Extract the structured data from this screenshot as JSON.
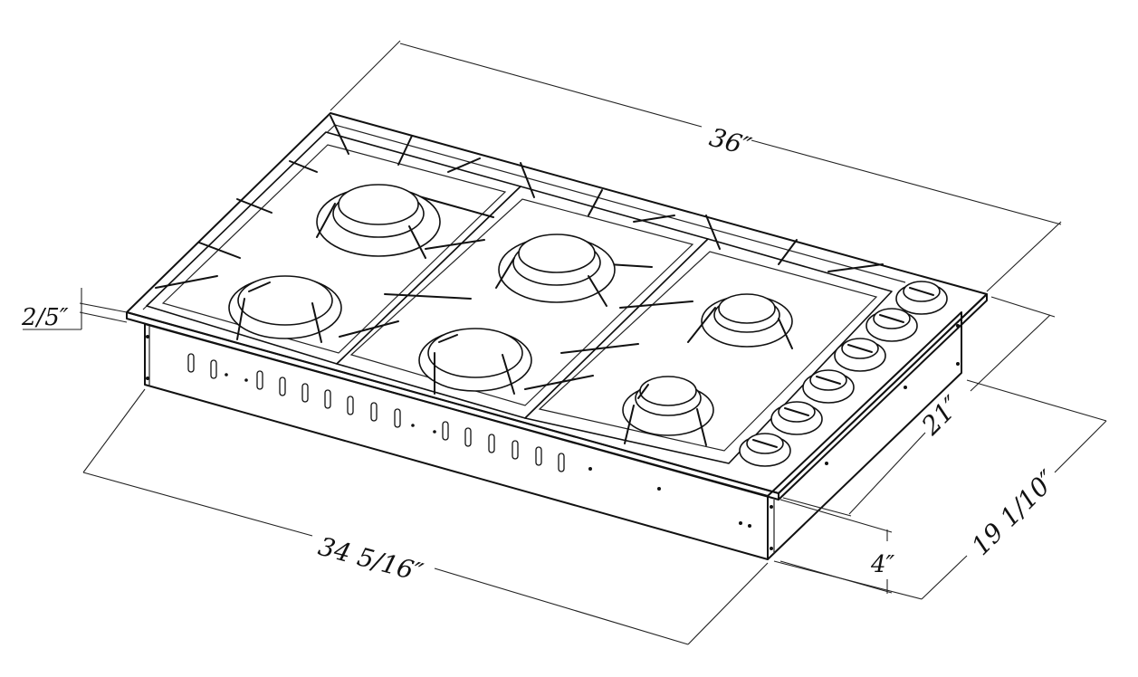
{
  "diagram": {
    "dimensions": {
      "width_top": "36″",
      "depth_top": "21″",
      "thickness_top": "2/5″",
      "width_cutout": "34 5/16″",
      "depth_cutout": "19 1/10″",
      "height_box": "4″"
    },
    "burner_count": 6,
    "knob_count": 6,
    "colors": {
      "line": "#111111",
      "background": "#ffffff"
    }
  }
}
